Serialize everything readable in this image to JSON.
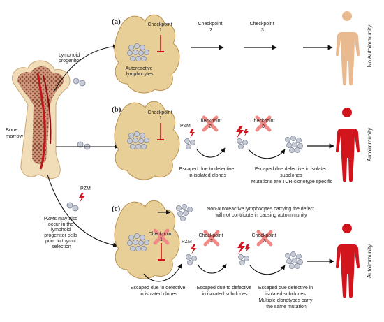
{
  "figure": {
    "panels": [
      {
        "id": "a",
        "label": "(a)",
        "checkpoints": [
          "Checkpoint\n1",
          "Checkpoint\n2",
          "Checkpoint\n3"
        ],
        "outcome": "No Autoimmunity",
        "outcome_color": "#e9b98f"
      },
      {
        "id": "b",
        "label": "(b)",
        "checkpoints": [
          "Checkpoint\n1",
          "Checkpoint\n2",
          "Checkpoint\n3"
        ],
        "pzm": "PZM",
        "captions": [
          "Escaped due to defective\nin isolated clones",
          "Escaped due defective in isolated\nsubclones\nMutations are TCR-clonotype specific"
        ],
        "outcome": "Autoimmunity",
        "outcome_color": "#d2141c"
      },
      {
        "id": "c",
        "label": "(c)",
        "checkpoints": [
          "Checkpoint\n1",
          "Checkpoint\n2",
          "Checkpoint\n3"
        ],
        "pzm": "PZM",
        "note": "Non-autoreactive lymphocytes carrying the defect\nwill not contribute in causing autoimmunity",
        "captions": [
          "Escaped due to defective\nin isolated clones",
          "Escaped due to defective\nin isolated subclones",
          "Escaped due defective in\nisolated subclones\nMultiple clonotypes carry\nthe same mutation"
        ],
        "outcome": "Autoimmunity",
        "outcome_color": "#d2141c"
      }
    ],
    "labels": {
      "lymphoid_progenitor": "Lymphoid\nprogenitor",
      "autoreactive": "Autoreactive\nlymphocytes",
      "bone_marrow": "Bone\nmarrow",
      "pzm_left": "PZM",
      "pzm_note": "PZMs may also\noccur in the\nlymphoid\nprogenitor cells\nprior to thymic\nselection"
    },
    "colors": {
      "thymus_fill": "#e8cf98",
      "thymus_stroke": "#b98f4e",
      "cell_fill": "#c7cbd6",
      "cell_stroke": "#7c8396",
      "cross": "#f08a86",
      "blocker": "#d2141c",
      "bolt": "#d2141c",
      "bone": "#f1ddb8",
      "marrow": "#8c3a2a",
      "vessel": "#c0141b"
    }
  }
}
